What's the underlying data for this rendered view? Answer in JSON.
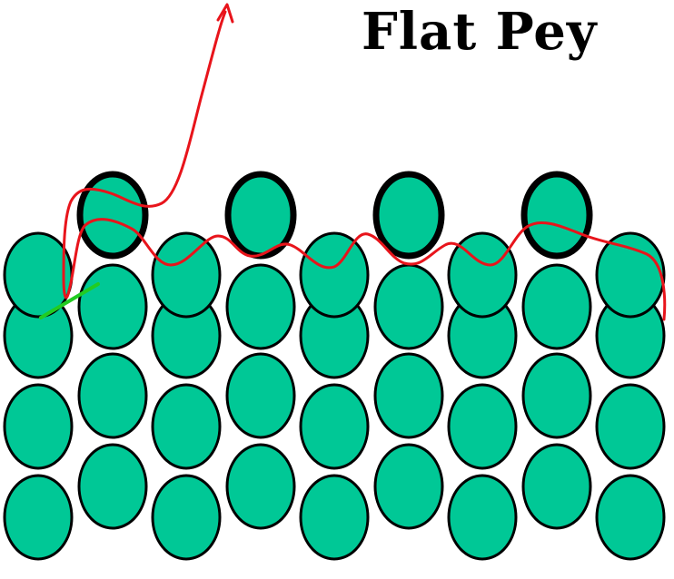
{
  "title": "Flat Pey",
  "colors": {
    "bead_fill": "#00C896",
    "bead_stroke": "#000000",
    "thread": "#E8141B",
    "marker": "#22CC22",
    "background": "#FFFFFF"
  },
  "beads": {
    "columns": 9,
    "rows_per_column": 4,
    "highlighted_top_row": 4
  }
}
